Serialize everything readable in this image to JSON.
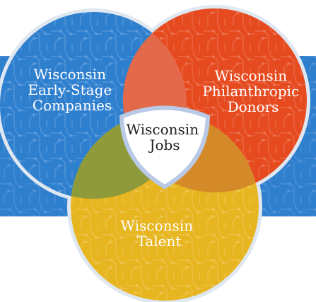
{
  "diagram": {
    "sets": [
      {
        "id": "early-stage",
        "lines": [
          "Wisconsin",
          "Early-Stage",
          "Companies"
        ],
        "color": "#2f7fcf"
      },
      {
        "id": "philanthropic",
        "lines": [
          "Wisconsin",
          "Philanthropic",
          "Donors"
        ],
        "color": "#e64a1f"
      },
      {
        "id": "talent",
        "lines": [
          "Wisconsin",
          "Talent"
        ],
        "color": "#e7b520"
      }
    ],
    "center": {
      "lines": [
        "Wisconsin",
        "Jobs"
      ]
    },
    "colors": {
      "band": "#2f7fcf",
      "ring": "#dfe7f1",
      "overlap_blue_orange": "#e26a4b",
      "overlap_blue_yellow": "#8f9b3a",
      "overlap_orange_yellow": "#d58a2a",
      "center_fill": "#ffffff",
      "center_stroke": "#b9c9e6"
    }
  }
}
